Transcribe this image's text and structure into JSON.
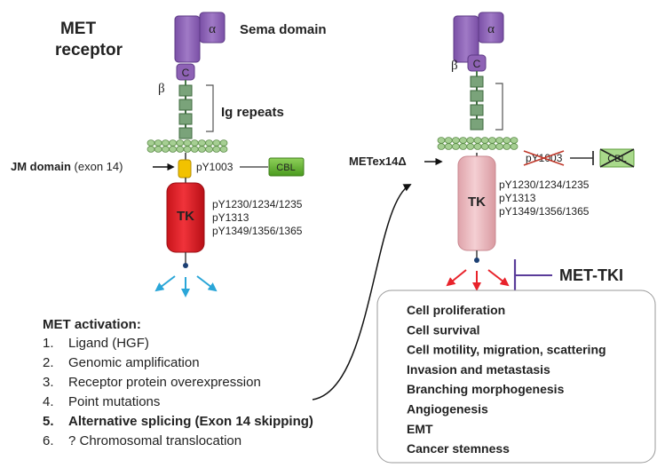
{
  "left_panel": {
    "title_line1": "MET",
    "title_line2": "receptor",
    "alpha": "α",
    "beta": "β",
    "c_label": "C",
    "sema_label": "Sema domain",
    "ig_label": "Ig repeats",
    "jm_bold": "JM domain",
    "jm_rest": "(exon 14)",
    "py1003": "pY1003",
    "cbl": "CBL",
    "tk": "TK",
    "tk_sites": [
      "pY1230/1234/1235",
      "pY1313",
      "pY1349/1356/1365"
    ]
  },
  "activation": {
    "heading": "MET activation:",
    "items": [
      {
        "num": "1.",
        "text": "Ligand (HGF)",
        "bold": false
      },
      {
        "num": "2.",
        "text": "Genomic amplification",
        "bold": false
      },
      {
        "num": "3.",
        "text": "Receptor protein overexpression",
        "bold": false
      },
      {
        "num": "4.",
        "text": "Point mutations",
        "bold": false
      },
      {
        "num": "5.",
        "text": "Alternative splicing (Exon 14 skipping)",
        "bold": true
      },
      {
        "num": "6.",
        "text": "? Chromosomal translocation",
        "bold": false
      }
    ]
  },
  "right_panel": {
    "alpha": "α",
    "beta": "β",
    "c_label": "C",
    "variant_label": "METex14Δ",
    "py1003_faded": "pY1003",
    "cbl": "CBL",
    "tk": "TK",
    "tk_sites": [
      "pY1230/1234/1235",
      "pY1313",
      "pY1349/1356/1365"
    ],
    "inhibitor": "MET-TKI"
  },
  "outcomes": [
    "Cell proliferation",
    "Cell survival",
    "Cell motility, migration, scattering",
    "Invasion and metastasis",
    "Branching morphogenesis",
    "Angiogenesis",
    "EMT",
    "Cancer  stemness"
  ],
  "colors": {
    "sema_purple": "#8e62b5",
    "ig_green": "#7aa37a",
    "tk_red": "#e8232b",
    "tk_faded": "#ebbcc1",
    "cbl_green": "#5faa2c",
    "jm_yellow": "#f2c200",
    "arrow_blue": "#2aa6d8",
    "arrow_red": "#e8232b",
    "tki_purple": "#5a3c9a"
  }
}
